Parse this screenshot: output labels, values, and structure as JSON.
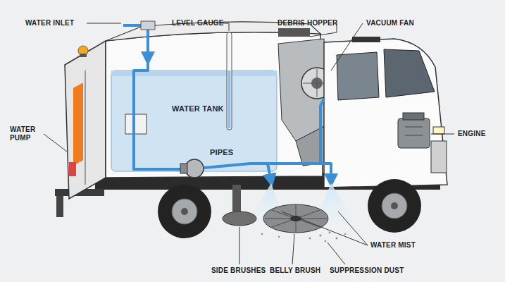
{
  "diagram": {
    "labels": [
      "WATER INLET",
      "LEVEL GAUGE",
      "DEBRIS HOPPER",
      "VACUUM FAN",
      "WATER PUMP",
      "WATER TANK",
      "ENGINE",
      "PIPES",
      "WATER MIST",
      "SIDE BRUSHES",
      "BELLY BRUSH",
      "SUPPRESSION DUST"
    ]
  }
}
